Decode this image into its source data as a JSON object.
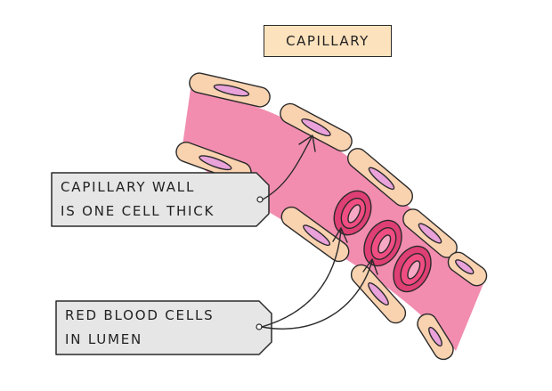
{
  "title": "CAPILLARY",
  "labels": {
    "wall": {
      "line1": "CAPILLARY WALL",
      "line2": "IS ONE CELL THICK"
    },
    "red_blood_cells": {
      "line1": "RED BLOOD CELLS",
      "line2": "IN LUMEN"
    }
  },
  "colors": {
    "lumen": "#f28db0",
    "wall_cell": "#f9d2b0",
    "nucleus": "#e9a2da",
    "red_blood_cell": "#de3f74",
    "red_blood_cell_center": "#f6a8c4",
    "tag_fill": "#e6e6e6",
    "title_fill": "#fde3bd",
    "outline": "#2a2a2a"
  }
}
